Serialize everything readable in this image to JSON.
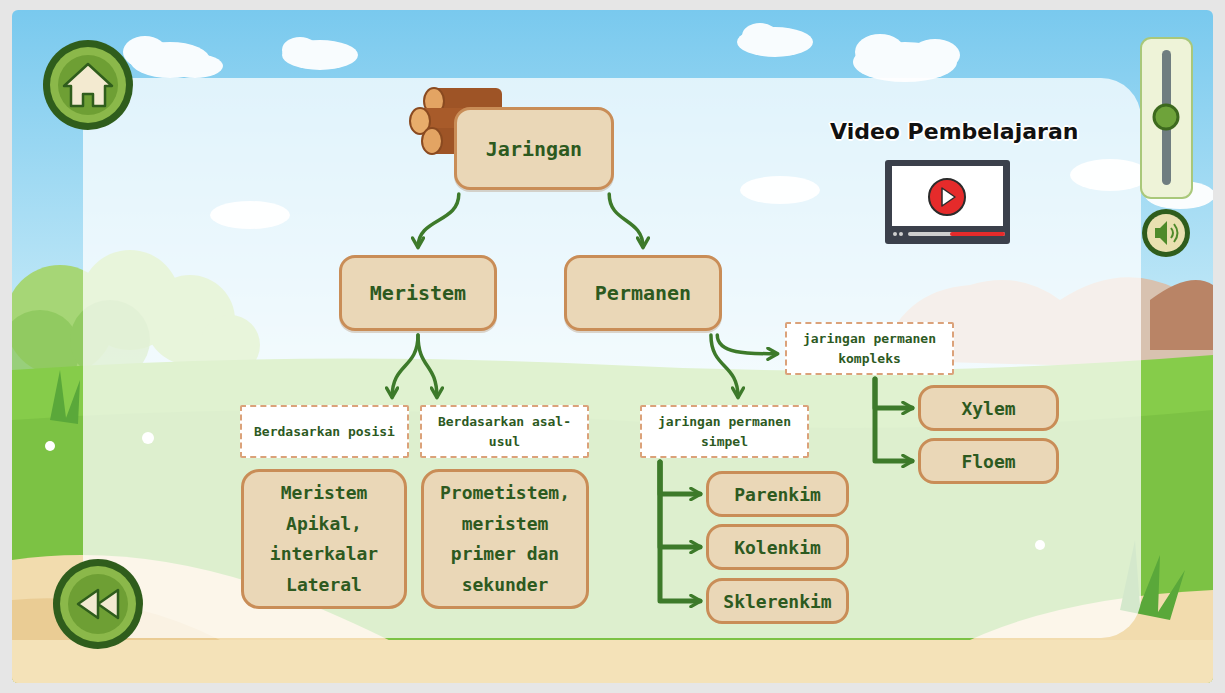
{
  "diagram": {
    "nodes": [
      {
        "text": [
          "Jaringan"
        ]
      },
      {
        "text": [
          "Meristem"
        ]
      },
      {
        "text": [
          "Permanen"
        ]
      },
      {
        "text": [
          "jaringan permanen kompleks"
        ]
      },
      {
        "text": [
          "Berdasarkan posisi"
        ]
      },
      {
        "text": [
          "Berdasarkan asal-usul"
        ]
      },
      {
        "text": [
          "jaringan permanen simpel"
        ]
      },
      {
        "text": [
          "Xylem"
        ]
      },
      {
        "text": [
          "Floem"
        ]
      },
      {
        "text": [
          "Meristem Apikal, interkalar Lateral"
        ]
      },
      {
        "text": [
          "Prometistem, meristem primer dan sekunder"
        ]
      },
      {
        "text": [
          "Parenkim"
        ]
      },
      {
        "text": [
          "Kolenkim"
        ]
      },
      {
        "text": [
          "Sklerenkim"
        ]
      }
    ],
    "edges": [
      {
        "from": 0,
        "to": 1,
        "arrow": "to"
      },
      {
        "from": 0,
        "to": 2,
        "arrow": "to"
      },
      {
        "from": 1,
        "to": 4,
        "arrow": "to"
      },
      {
        "from": 1,
        "to": 5,
        "arrow": "to"
      },
      {
        "from": 2,
        "to": 6,
        "arrow": "to"
      },
      {
        "from": 2,
        "to": 3,
        "arrow": "to"
      },
      {
        "from": 3,
        "to": 7,
        "arrow": "to"
      },
      {
        "from": 3,
        "to": 8,
        "arrow": "to"
      },
      {
        "from": 6,
        "to": 11,
        "arrow": "to"
      },
      {
        "from": 6,
        "to": 12,
        "arrow": "to"
      },
      {
        "from": 6,
        "to": 13,
        "arrow": "to"
      }
    ],
    "labels": [
      "Video Pembelajaran"
    ]
  }
}
